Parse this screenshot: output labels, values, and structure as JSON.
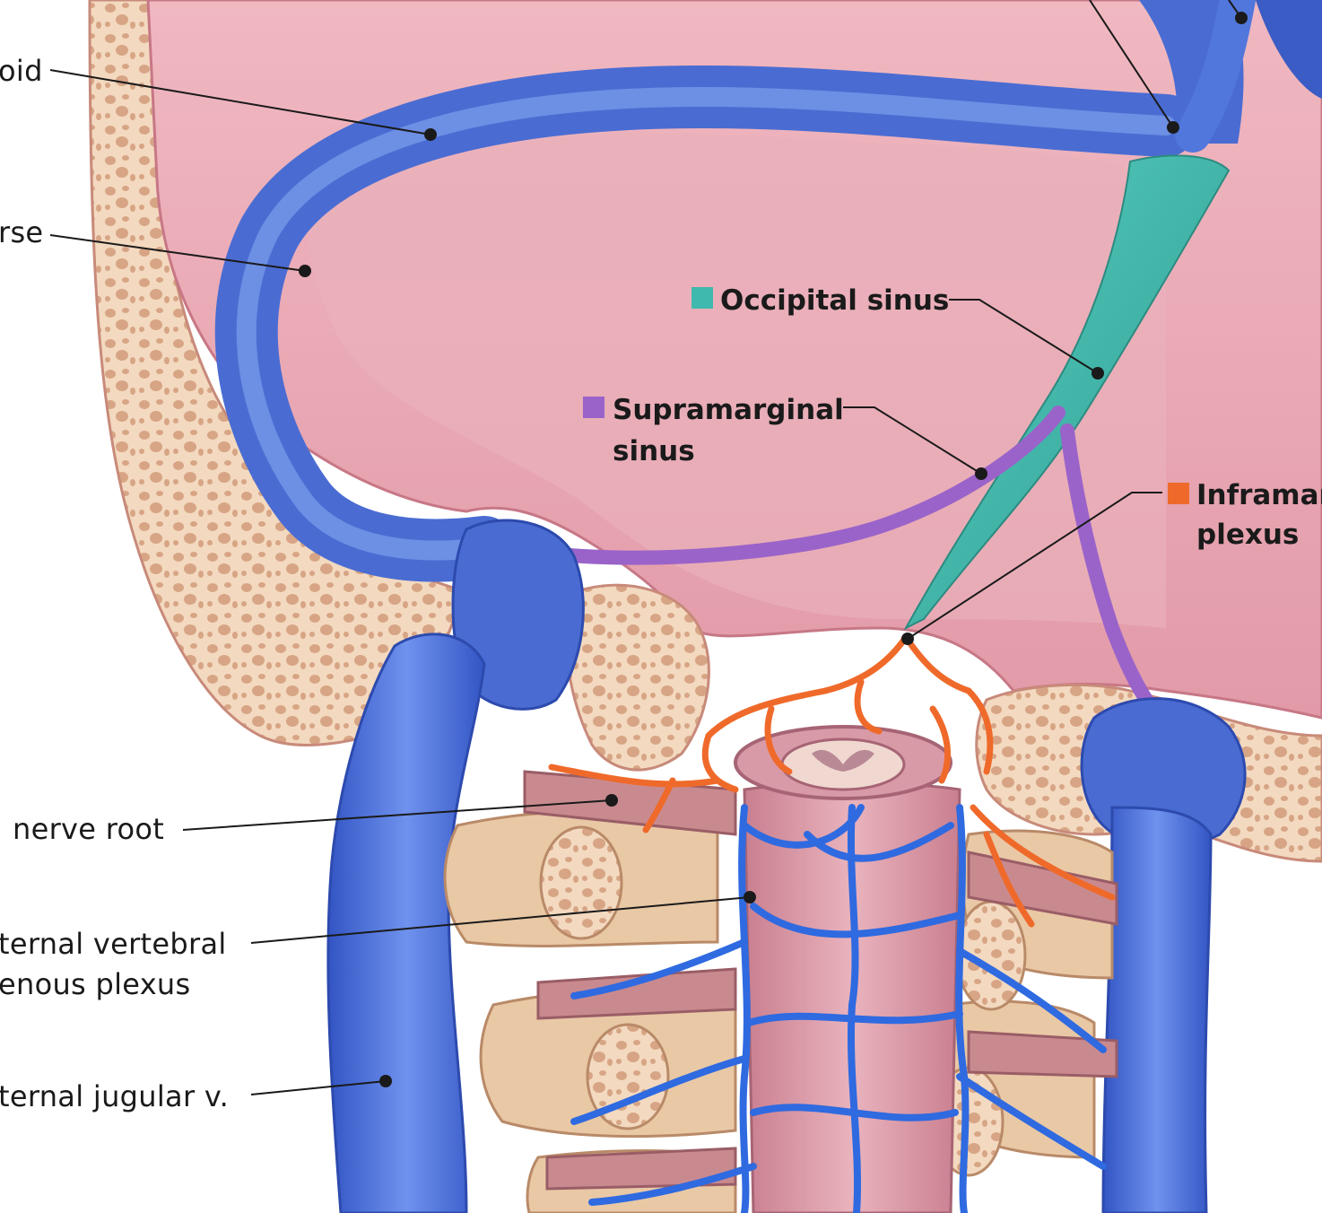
{
  "labels": {
    "sigmoid": "oid",
    "transverse": "rse",
    "nerve_root": "nerve root",
    "internal_vertebral_line1": "ternal vertebral",
    "internal_vertebral_line2": "enous plexus",
    "internal_jugular": "ternal jugular v.",
    "occipital_sinus": "Occipital sinus",
    "supramarginal_line1": "Supramarginal",
    "supramarginal_line2": "sinus",
    "inframarginal_line1": "Inframar",
    "inframarginal_line2": "plexus"
  },
  "colors": {
    "background": "#ffffff",
    "dura": "#e7a9b4",
    "bone": "#f1d5b8",
    "bone_pore": "#d9a98a",
    "vein_blue": "#4a72d8",
    "vein_blue_light": "#7d9ff0",
    "occipital_teal": "#3fb9ad",
    "supramarginal_purple": "#9a63c9",
    "inframarginal_orange": "#ef6a2a",
    "vertebra": "#e9c8a6",
    "spinal_cord": "#d99aa7",
    "plexus_blue": "#2f6ae0",
    "nerve": "#c98a8f"
  }
}
